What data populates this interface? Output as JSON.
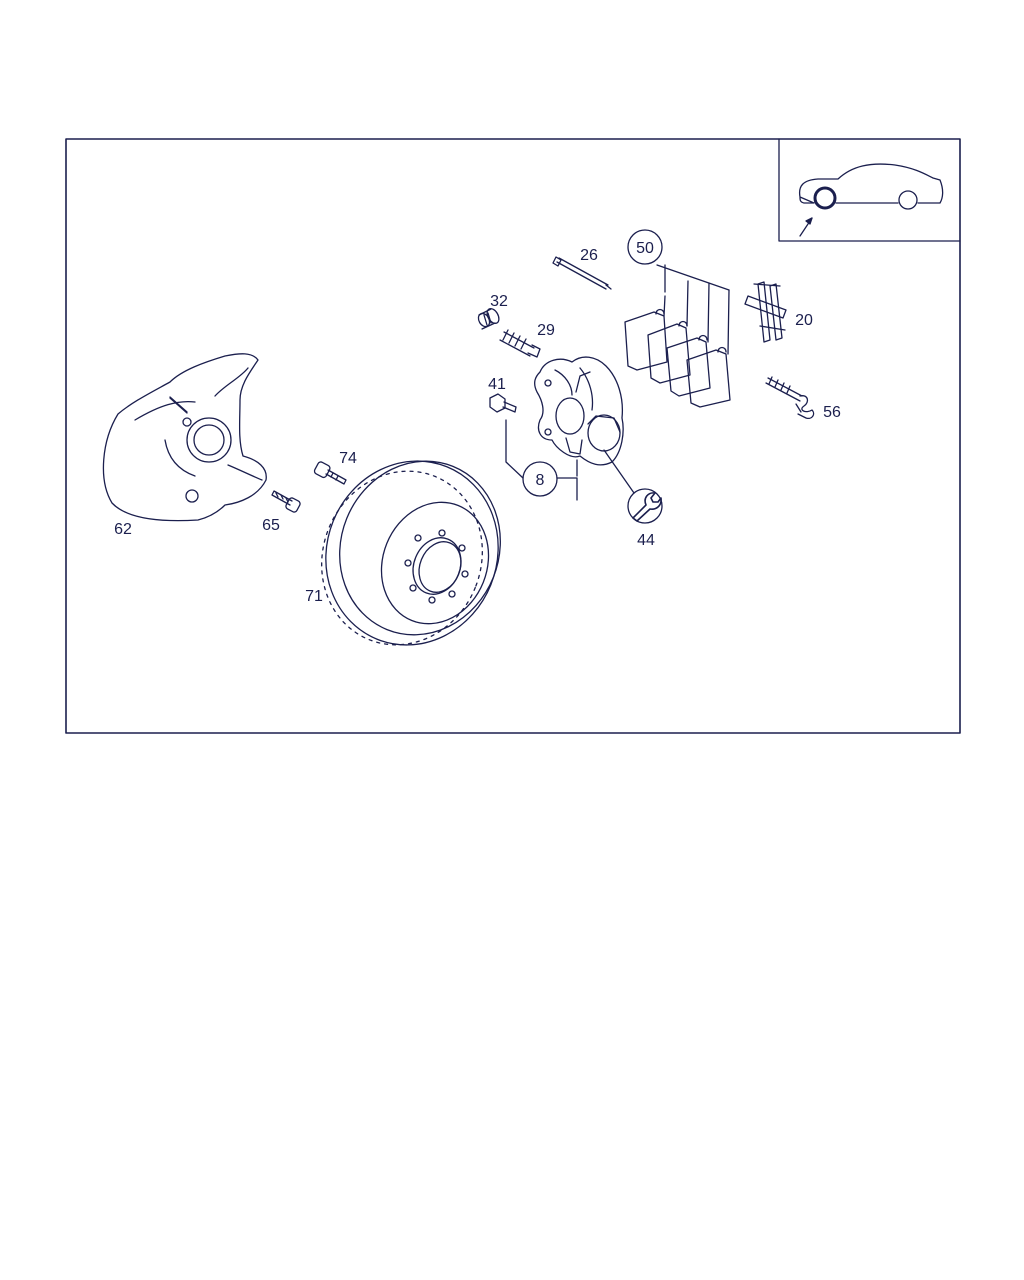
{
  "colors": {
    "ink": "#1b1f4e",
    "background": "#ffffff"
  },
  "inset": {
    "icon": "car-front-wheel-locator"
  },
  "callouts": {
    "c8": "8",
    "c20": "20",
    "c26": "26",
    "c29": "29",
    "c32": "32",
    "c41": "41",
    "c44": "44",
    "c50": "50",
    "c56": "56",
    "c62": "62",
    "c65": "65",
    "c71": "71",
    "c74": "74"
  },
  "icons": {
    "service_tool": "wrench-icon"
  }
}
